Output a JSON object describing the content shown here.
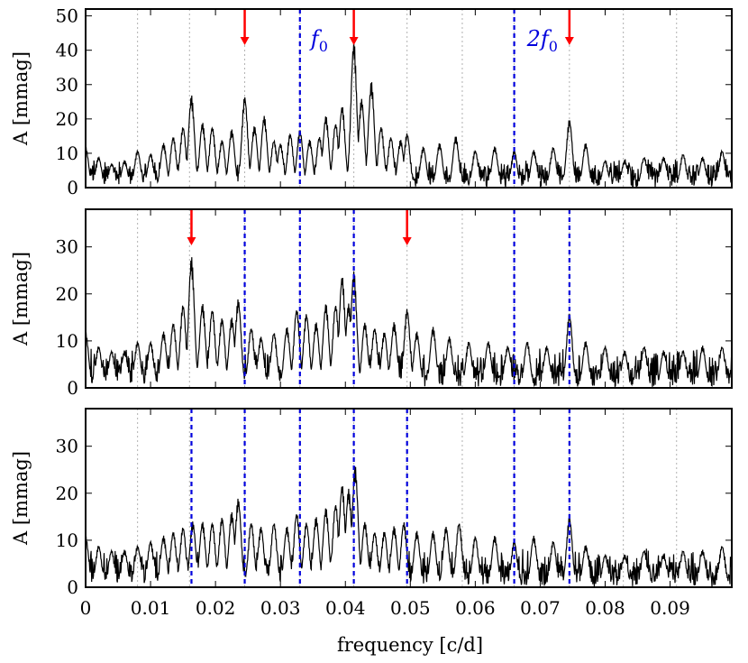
{
  "chart_data": {
    "type": "line",
    "xlabel": "frequency [c/d]",
    "xlim": [
      0,
      0.0995
    ],
    "x_ticks": [
      "0",
      "0.01",
      "0.02",
      "0.03",
      "0.04",
      "0.05",
      "0.06",
      "0.07",
      "0.08",
      "0.09"
    ],
    "grid_x": [
      0.008,
      0.016,
      0.0245,
      0.033,
      0.0413,
      0.0495,
      0.058,
      0.066,
      0.0745,
      0.0828,
      0.091
    ],
    "colors": {
      "line": "#000000",
      "guide": "#0000dd",
      "arrow": "#ff0000",
      "grid": "#b0b0b0"
    },
    "panels": [
      {
        "ylabel": "A [mmag]",
        "ylim": [
          0,
          52
        ],
        "y_ticks": [
          "0",
          "10",
          "20",
          "30",
          "40",
          "50"
        ],
        "guides": [
          {
            "x": 0.033,
            "label": "f0"
          },
          {
            "x": 0.066,
            "label": "2f0"
          }
        ],
        "guide_label_base": [
          "f",
          "2f"
        ],
        "guide_label_sub": [
          "0",
          "0"
        ],
        "arrows_x": [
          0.0245,
          0.0413,
          0.0745
        ],
        "peaks": [
          [
            0.0,
            12
          ],
          [
            0.002,
            9
          ],
          [
            0.004,
            7
          ],
          [
            0.006,
            8
          ],
          [
            0.008,
            11
          ],
          [
            0.01,
            10
          ],
          [
            0.012,
            13
          ],
          [
            0.0135,
            15
          ],
          [
            0.015,
            18
          ],
          [
            0.0163,
            27
          ],
          [
            0.018,
            19
          ],
          [
            0.0195,
            18
          ],
          [
            0.021,
            14
          ],
          [
            0.0225,
            17
          ],
          [
            0.0245,
            27
          ],
          [
            0.026,
            18
          ],
          [
            0.0275,
            21
          ],
          [
            0.029,
            14
          ],
          [
            0.03,
            13
          ],
          [
            0.0315,
            16
          ],
          [
            0.033,
            17
          ],
          [
            0.0345,
            14
          ],
          [
            0.036,
            15
          ],
          [
            0.037,
            21
          ],
          [
            0.0385,
            19
          ],
          [
            0.0395,
            24
          ],
          [
            0.0413,
            43
          ],
          [
            0.0425,
            26
          ],
          [
            0.044,
            31
          ],
          [
            0.0455,
            18
          ],
          [
            0.047,
            15
          ],
          [
            0.0485,
            14
          ],
          [
            0.0495,
            16
          ],
          [
            0.052,
            12
          ],
          [
            0.0545,
            13
          ],
          [
            0.057,
            15
          ],
          [
            0.06,
            11
          ],
          [
            0.063,
            12
          ],
          [
            0.066,
            11
          ],
          [
            0.069,
            11
          ],
          [
            0.072,
            12
          ],
          [
            0.0745,
            20
          ],
          [
            0.077,
            13
          ],
          [
            0.08,
            8
          ],
          [
            0.083,
            8
          ],
          [
            0.086,
            9
          ],
          [
            0.089,
            9
          ],
          [
            0.092,
            10
          ],
          [
            0.095,
            9
          ],
          [
            0.098,
            11
          ]
        ]
      },
      {
        "ylabel": "A [mmag]",
        "ylim": [
          0,
          38
        ],
        "y_ticks": [
          "0",
          "10",
          "20",
          "30"
        ],
        "guides": [
          {
            "x": 0.0245
          },
          {
            "x": 0.033
          },
          {
            "x": 0.0413
          },
          {
            "x": 0.066
          },
          {
            "x": 0.0745
          }
        ],
        "arrows_x": [
          0.0163,
          0.0495
        ],
        "peaks": [
          [
            0.0,
            12
          ],
          [
            0.002,
            9
          ],
          [
            0.004,
            8
          ],
          [
            0.006,
            8
          ],
          [
            0.008,
            10
          ],
          [
            0.01,
            10
          ],
          [
            0.012,
            12
          ],
          [
            0.0135,
            14
          ],
          [
            0.015,
            18
          ],
          [
            0.0163,
            28
          ],
          [
            0.018,
            18
          ],
          [
            0.0195,
            17
          ],
          [
            0.021,
            15
          ],
          [
            0.0225,
            15
          ],
          [
            0.0235,
            19
          ],
          [
            0.0255,
            13
          ],
          [
            0.027,
            11
          ],
          [
            0.029,
            12
          ],
          [
            0.031,
            13
          ],
          [
            0.0325,
            17
          ],
          [
            0.034,
            16
          ],
          [
            0.0355,
            14
          ],
          [
            0.037,
            18
          ],
          [
            0.0385,
            18
          ],
          [
            0.0395,
            24
          ],
          [
            0.0405,
            18
          ],
          [
            0.0413,
            25
          ],
          [
            0.043,
            14
          ],
          [
            0.0445,
            13
          ],
          [
            0.046,
            12
          ],
          [
            0.0475,
            14
          ],
          [
            0.0495,
            17
          ],
          [
            0.051,
            12
          ],
          [
            0.0535,
            13
          ],
          [
            0.056,
            11
          ],
          [
            0.059,
            10
          ],
          [
            0.062,
            10
          ],
          [
            0.065,
            9
          ],
          [
            0.068,
            10
          ],
          [
            0.071,
            9
          ],
          [
            0.0745,
            16
          ],
          [
            0.077,
            10
          ],
          [
            0.08,
            9
          ],
          [
            0.083,
            8
          ],
          [
            0.086,
            9
          ],
          [
            0.089,
            8
          ],
          [
            0.092,
            8
          ],
          [
            0.095,
            9
          ],
          [
            0.098,
            9
          ]
        ]
      },
      {
        "ylabel": "A [mmag]",
        "ylim": [
          0,
          38
        ],
        "y_ticks": [
          "0",
          "10",
          "20",
          "30"
        ],
        "guides": [
          {
            "x": 0.0163
          },
          {
            "x": 0.0245
          },
          {
            "x": 0.033
          },
          {
            "x": 0.0413
          },
          {
            "x": 0.0495
          },
          {
            "x": 0.066
          },
          {
            "x": 0.0745
          }
        ],
        "arrows_x": [],
        "peaks": [
          [
            0.0,
            11
          ],
          [
            0.002,
            9
          ],
          [
            0.004,
            8
          ],
          [
            0.006,
            8
          ],
          [
            0.008,
            9
          ],
          [
            0.01,
            10
          ],
          [
            0.012,
            11
          ],
          [
            0.0135,
            12
          ],
          [
            0.015,
            13
          ],
          [
            0.0165,
            14
          ],
          [
            0.018,
            14
          ],
          [
            0.0195,
            14
          ],
          [
            0.021,
            15
          ],
          [
            0.0225,
            16
          ],
          [
            0.0235,
            19
          ],
          [
            0.0255,
            14
          ],
          [
            0.027,
            13
          ],
          [
            0.029,
            14
          ],
          [
            0.031,
            13
          ],
          [
            0.0325,
            16
          ],
          [
            0.034,
            14
          ],
          [
            0.0355,
            15
          ],
          [
            0.037,
            17
          ],
          [
            0.0385,
            18
          ],
          [
            0.0395,
            22
          ],
          [
            0.0405,
            21
          ],
          [
            0.0415,
            26
          ],
          [
            0.043,
            14
          ],
          [
            0.0445,
            12
          ],
          [
            0.046,
            12
          ],
          [
            0.0475,
            13
          ],
          [
            0.049,
            14
          ],
          [
            0.051,
            12
          ],
          [
            0.0535,
            12
          ],
          [
            0.0555,
            13
          ],
          [
            0.0575,
            14
          ],
          [
            0.06,
            11
          ],
          [
            0.063,
            11
          ],
          [
            0.066,
            10
          ],
          [
            0.069,
            11
          ],
          [
            0.072,
            10
          ],
          [
            0.0745,
            15
          ],
          [
            0.077,
            9
          ],
          [
            0.08,
            7
          ],
          [
            0.083,
            7
          ],
          [
            0.086,
            8
          ],
          [
            0.089,
            7
          ],
          [
            0.092,
            8
          ],
          [
            0.095,
            8
          ],
          [
            0.098,
            9
          ]
        ]
      }
    ]
  }
}
